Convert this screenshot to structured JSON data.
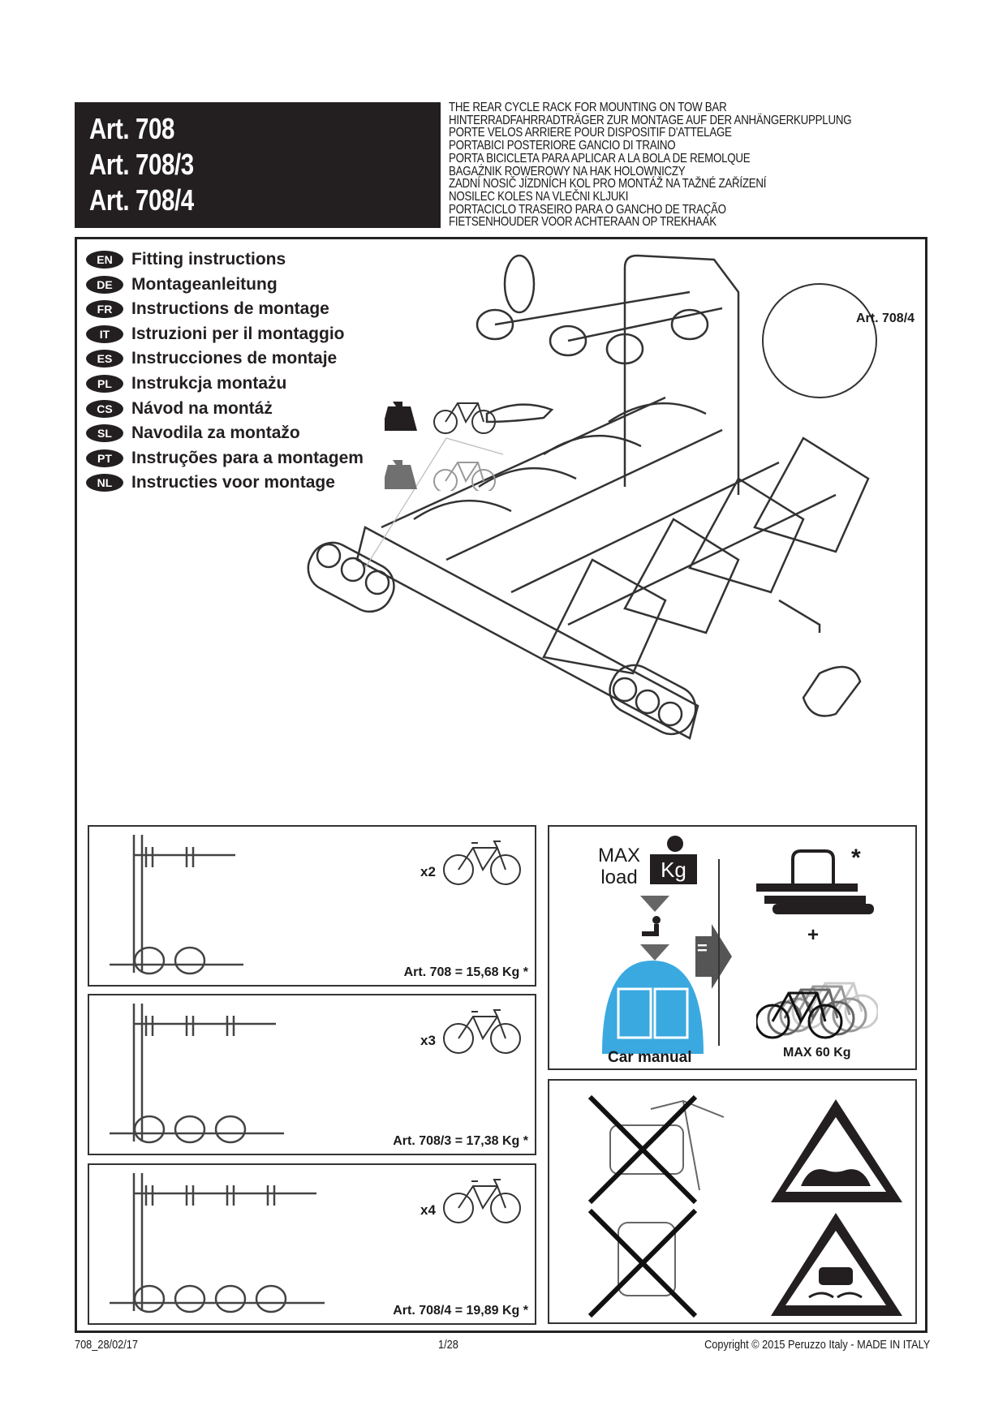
{
  "header": {
    "articles": [
      "Art. 708",
      "Art. 708/3",
      "Art. 708/4"
    ],
    "subtitles": [
      "THE REAR CYCLE RACK FOR MOUNTING ON TOW BAR",
      "HINTERRADFAHRRADTRÄGER ZUR MONTAGE AUF DER ANHÄNGERKUPPLUNG",
      "PORTE VELOS ARRIERE POUR DISPOSITIF D'ATTELAGE",
      "PORTABICI POSTERIORE GANCIO DI TRAINO",
      "PORTA BICICLETA PARA APLICAR A LA BOLA DE REMOLQUE",
      "BAGAŻNIK ROWEROWY NA HAK HOLOWNICZY",
      "ZADNÍ NOSIČ JÍZDNÍCH KOL PRO MONTÁŽ NA TAŽNÉ ZAŘÍZENÍ",
      "NOSILEC KOLES NA VLEČNI KLJUKI",
      "PORTACICLO TRASEIRO PARA O GANCHO DE TRAÇÃO",
      "FIETSENHOUDER VOOR ACHTERAAN OP TREKHAAK"
    ]
  },
  "languages": [
    {
      "code": "EN",
      "label": "Fitting instructions"
    },
    {
      "code": "DE",
      "label": "Montageanleitung"
    },
    {
      "code": "FR",
      "label": "Instructions de montage"
    },
    {
      "code": "IT",
      "label": "Istruzioni per il montaggio"
    },
    {
      "code": "ES",
      "label": "Instrucciones de montaje"
    },
    {
      "code": "PL",
      "label": "Instrukcja montażu"
    },
    {
      "code": "CS",
      "label": "Návod na montáż"
    },
    {
      "code": "SL",
      "label": "Navodila za montažo"
    },
    {
      "code": "PT",
      "label": "Instruções para a montagem"
    },
    {
      "code": "NL",
      "label": "Instructies voor montage"
    }
  ],
  "illustration": {
    "callout": "Art. 708/4"
  },
  "variants": [
    {
      "qty": "x2",
      "weight": "Art. 708 = 15,68 Kg *",
      "bikes": 2
    },
    {
      "qty": "x3",
      "weight": "Art. 708/3 = 17,38 Kg *",
      "bikes": 3
    },
    {
      "qty": "x4",
      "weight": "Art. 708/4 = 19,89 Kg *",
      "bikes": 4
    }
  ],
  "maxload": {
    "max": "MAX",
    "load": "load",
    "kg": "Kg",
    "equals": "=",
    "car_manual": "Car manual",
    "asterisk": "*",
    "plus": "+",
    "max_bikes": "MAX 60 Kg",
    "manual_color": "#3aa9e0"
  },
  "footer": {
    "code": "708_28/02/17",
    "page": "1/28",
    "copyright": "Copyright ©  2015 Peruzzo Italy - MADE IN ITALY"
  }
}
